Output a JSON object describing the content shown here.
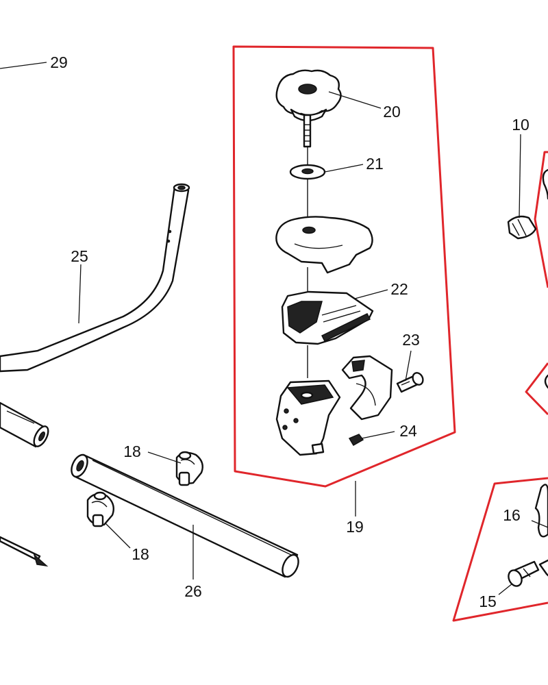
{
  "colors": {
    "group_outline": "#e0262b",
    "ink": "#111111",
    "fill": "#ffffff"
  },
  "callouts": [
    {
      "id": "29",
      "text": "29"
    },
    {
      "id": "20",
      "text": "20"
    },
    {
      "id": "21",
      "text": "21"
    },
    {
      "id": "10",
      "text": "10"
    },
    {
      "id": "25",
      "text": "25"
    },
    {
      "id": "22",
      "text": "22"
    },
    {
      "id": "23",
      "text": "23"
    },
    {
      "id": "24",
      "text": "24"
    },
    {
      "id": "18a",
      "text": "18"
    },
    {
      "id": "18b",
      "text": "18"
    },
    {
      "id": "19",
      "text": "19"
    },
    {
      "id": "16",
      "text": "16"
    },
    {
      "id": "26",
      "text": "26"
    },
    {
      "id": "15",
      "text": "15"
    }
  ]
}
